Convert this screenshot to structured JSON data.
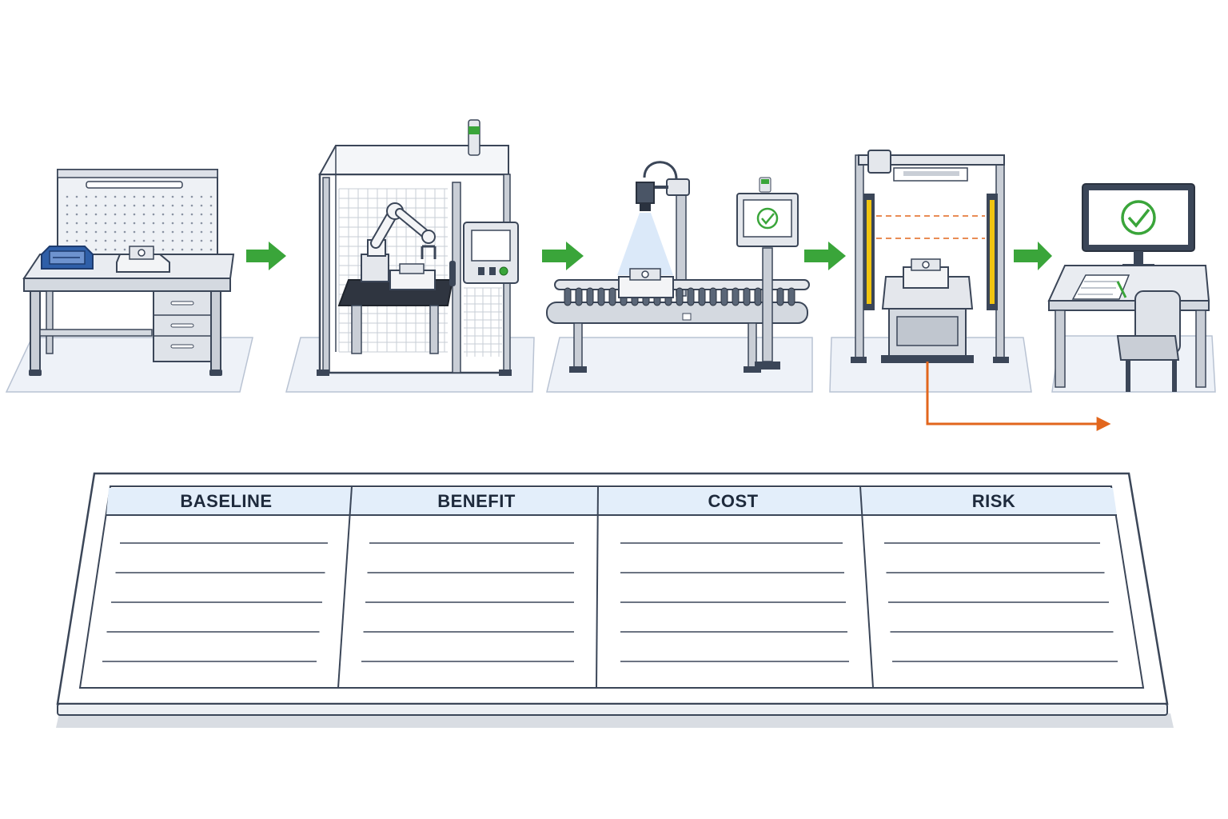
{
  "colors": {
    "outline": "#3b4658",
    "metal": "#c9ced6",
    "metal_light": "#e4e7ec",
    "floor": "#eef2f8",
    "flow_arrow": "#3aa53a",
    "reject_arrow": "#e2661d",
    "status_green": "#3aa53a",
    "light_curtain": "#f1c40f",
    "header_fill": "#e3eefa",
    "bin_blue": "#2f5fa8"
  },
  "stations": [
    {
      "name": "manual-workbench",
      "icon": "workbench-icon"
    },
    {
      "name": "robot-cell",
      "icon": "robot-arm-icon"
    },
    {
      "name": "vision-inspection-conveyor",
      "icon": "camera-icon"
    },
    {
      "name": "light-curtain-gantry",
      "icon": "light-curtain-icon"
    },
    {
      "name": "quality-approval-desk",
      "icon": "checkmark-monitor-icon"
    }
  ],
  "table": {
    "headers": [
      "BASELINE",
      "BENEFIT",
      "COST",
      "RISK"
    ],
    "rows_per_column": 5
  }
}
